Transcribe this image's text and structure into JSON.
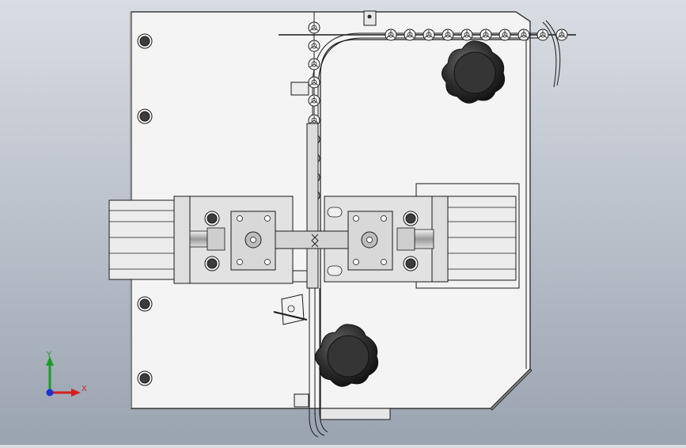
{
  "viewport": {
    "type": "cad-3d-view",
    "background_top": "#d9dde3",
    "background_bottom": "#9aa3b0"
  },
  "triad": {
    "x_label": "X",
    "y_label": "Y",
    "x_color": "#d42020",
    "y_color": "#1e9a2a",
    "z_color": "#2030d0"
  },
  "colors": {
    "plate": "#f4f4f4",
    "outline": "#1a1a1a",
    "part_gray": "#d6d6d6",
    "knob": "#2b2b2b"
  },
  "parts": {
    "base_plate": "base-plate",
    "knobs": [
      "knob-top",
      "knob-bottom"
    ],
    "cylinders": [
      "cylinder-left",
      "cylinder-right"
    ],
    "chain_track": "chain-track"
  }
}
